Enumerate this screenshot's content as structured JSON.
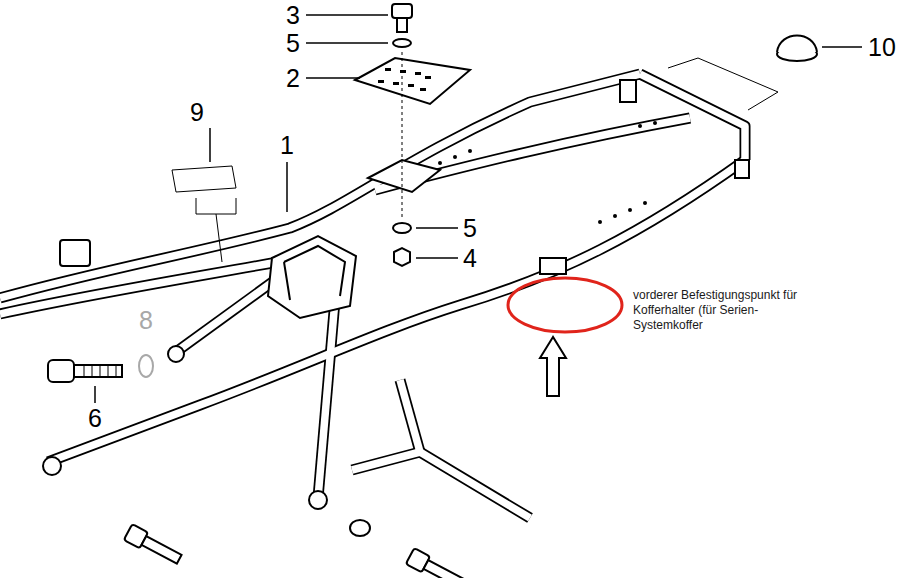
{
  "diagram": {
    "labels": [
      "3",
      "5",
      "2",
      "9",
      "1",
      "10",
      "5",
      "4",
      "8",
      "6",
      "vorderer Befestigungspunkt für Kofferhalter (für Serien-Systemkoffer"
    ]
  }
}
